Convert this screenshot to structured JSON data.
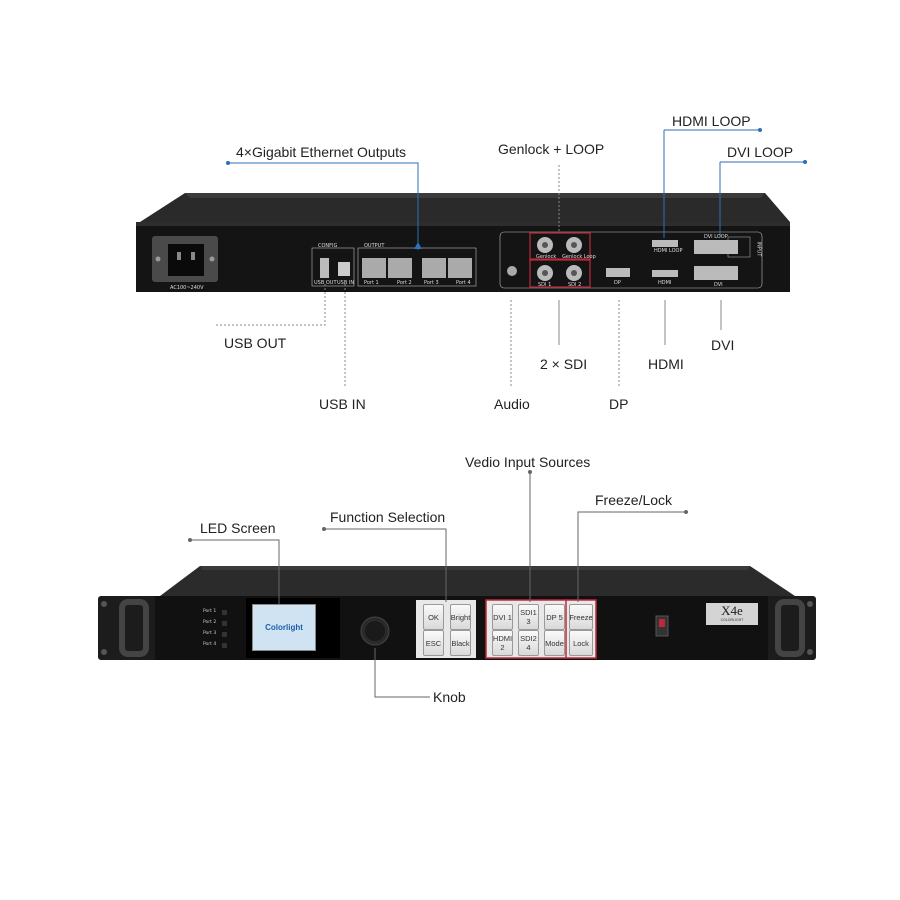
{
  "rear": {
    "callouts": {
      "ethernet": "4×Gigabit Ethernet Outputs",
      "genlock": "Genlock + LOOP",
      "hdmi_loop": "HDMI LOOP",
      "dvi_loop": "DVI LOOP",
      "usb_out": "USB OUT",
      "usb_in": "USB IN",
      "sdi": "2 × SDI",
      "hdmi": "HDMI",
      "dvi": "DVI",
      "audio": "Audio",
      "dp": "DP"
    },
    "panel_text": {
      "power": "AC100~240V",
      "config": "CONFIG",
      "output": "OUTPUT",
      "usb_out": "USB OUT",
      "usb_in": "USB IN",
      "port1": "Port 1",
      "port2": "Port 2",
      "port3": "Port 3",
      "port4": "Port 4",
      "genlock": "Genlock",
      "genlock_loop": "Genlock Loop",
      "sdi1": "SDI 1",
      "sdi2": "SDI 2",
      "dp": "DP",
      "hdmi_loop": "HDMI LOOP",
      "hdmi": "HDMI",
      "dvi_loop": "DVI LOOP",
      "dvi": "DVI",
      "input": "INPUT"
    }
  },
  "front": {
    "callouts": {
      "led_screen": "LED Screen",
      "function_selection": "Function Selection",
      "video_sources": "Vedio Input Sources",
      "freeze_lock": "Freeze/Lock",
      "knob": "Knob"
    },
    "ports": [
      "Port 1",
      "Port 2",
      "Port 3",
      "Port 4"
    ],
    "lcd_brand": "Colorlight",
    "function_buttons": [
      "OK",
      "Bright",
      "ESC",
      "Black"
    ],
    "source_buttons": [
      "DVI 1",
      "SDI1 3",
      "DP 5",
      "HDMI 2",
      "SDI2 4",
      "Mode"
    ],
    "freeze_buttons": [
      "Freeze",
      "Lock"
    ],
    "model": "X4e",
    "model_sub": "COLORLIGHT"
  },
  "colors": {
    "accent": "#2e6fb5",
    "dotted": "#888888",
    "chassis": "#1a1a1a",
    "highlight": "#c0283a"
  }
}
